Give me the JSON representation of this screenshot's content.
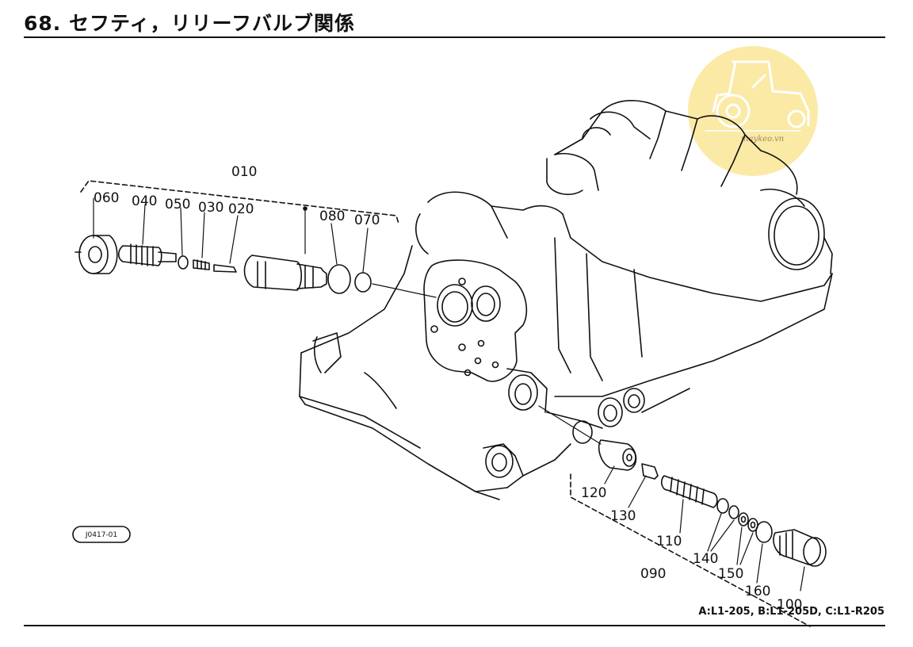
{
  "title": "68. セフティ，リリーフバルブ関係",
  "figure_code": "J0417-01",
  "footer_note": "A:L1-205, B:L1-205D, C:L1-R205",
  "watermark_text": "maykeo.vn",
  "colors": {
    "line": "#111111",
    "watermark": "#fbe9a6"
  },
  "parts": {
    "p010": "010",
    "p020": "020",
    "p030": "030",
    "p040": "040",
    "p050": "050",
    "p060": "060",
    "p070": "070",
    "p080": "080",
    "p090": "090",
    "p100": "100",
    "p110": "110",
    "p120": "120",
    "p130": "130",
    "p140": "140",
    "p150": "150",
    "p160": "160"
  }
}
